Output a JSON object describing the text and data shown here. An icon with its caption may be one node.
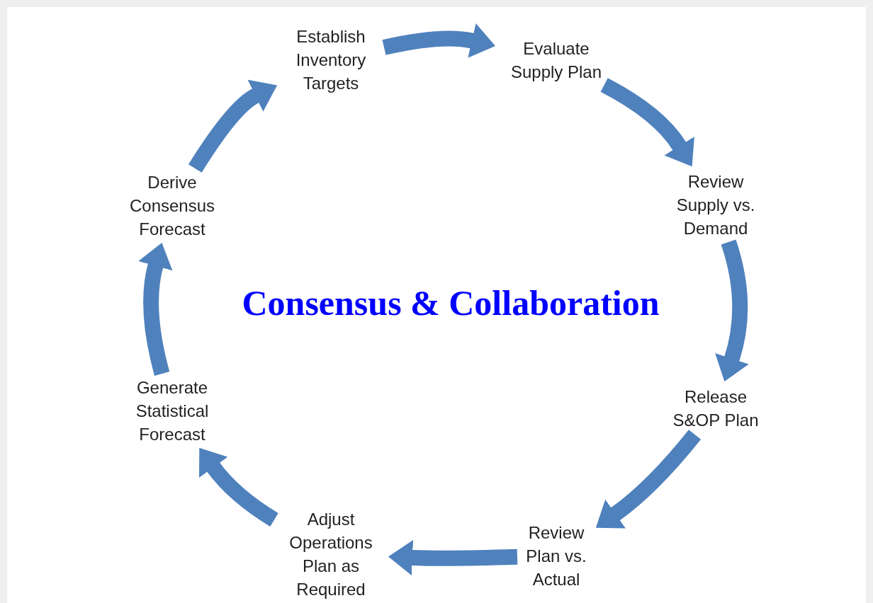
{
  "diagram": {
    "title": "Consensus & Collaboration",
    "nodes": [
      {
        "text": [
          "Establish Inventory Targets"
        ]
      },
      {
        "text": [
          "Evaluate Supply Plan"
        ]
      },
      {
        "text": [
          "Review Supply vs. Demand"
        ]
      },
      {
        "text": [
          "Release S&OP Plan"
        ]
      },
      {
        "text": [
          "Review Plan vs. Actual"
        ]
      },
      {
        "text": [
          "Adjust Operations Plan as Required"
        ]
      },
      {
        "text": [
          "Generate Statistical Forecast"
        ]
      },
      {
        "text": [
          "Derive Consensus Forecast"
        ]
      }
    ],
    "edges": [
      {
        "from": 0,
        "to": 1,
        "arrow": "to"
      },
      {
        "from": 1,
        "to": 2,
        "arrow": "to"
      },
      {
        "from": 2,
        "to": 3,
        "arrow": "to"
      },
      {
        "from": 3,
        "to": 4,
        "arrow": "to"
      },
      {
        "from": 4,
        "to": 5,
        "arrow": "to"
      },
      {
        "from": 5,
        "to": 6,
        "arrow": "to"
      },
      {
        "from": 6,
        "to": 7,
        "arrow": "to"
      },
      {
        "from": 7,
        "to": 0,
        "arrow": "to"
      }
    ]
  }
}
